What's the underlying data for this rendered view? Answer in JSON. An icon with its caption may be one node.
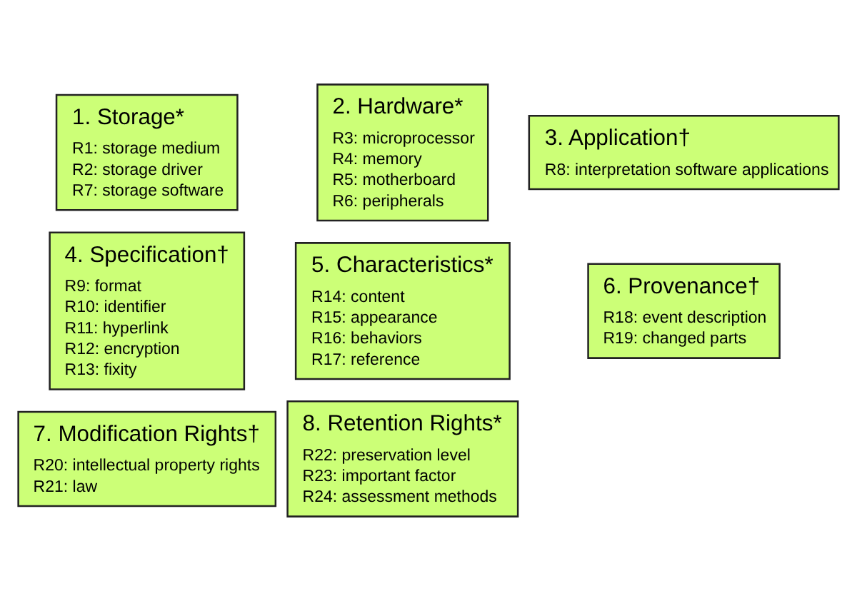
{
  "diagram": {
    "nodes": [
      {
        "text": [
          "1. Storage*",
          "R1: storage medium",
          "R2: storage driver",
          "R7: storage software"
        ]
      },
      {
        "text": [
          "2. Hardware*",
          "R3: microprocessor",
          "R4: memory",
          "R5: motherboard",
          "R6: peripherals"
        ]
      },
      {
        "text": [
          "3. Application†",
          "R8: interpretation software applications"
        ]
      },
      {
        "text": [
          "4. Specification†",
          "R9: format",
          "R10: identifier",
          "R11: hyperlink",
          "R12: encryption",
          "R13: fixity"
        ]
      },
      {
        "text": [
          "5. Characteristics*",
          "R14: content",
          "R15: appearance",
          "R16: behaviors",
          "R17: reference"
        ]
      },
      {
        "text": [
          "6. Provenance†",
          "R18: event description",
          "R19: changed parts"
        ]
      },
      {
        "text": [
          "7. Modification Rights†",
          "R20: intellectual property rights",
          "R21: law"
        ]
      },
      {
        "text": [
          "8. Retention Rights*",
          "R22: preservation level",
          "R23: important factor",
          "R24: assessment methods"
        ]
      }
    ],
    "edges": []
  }
}
